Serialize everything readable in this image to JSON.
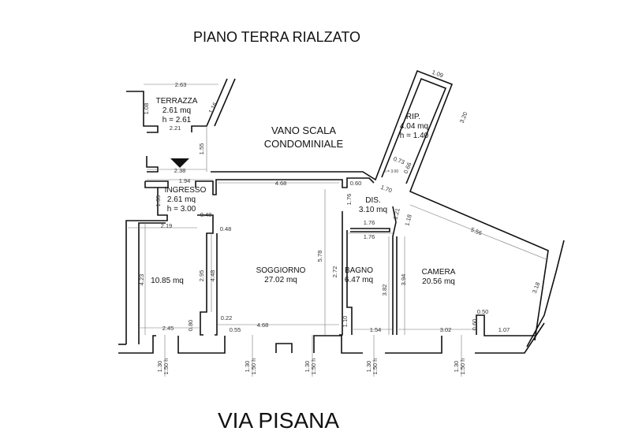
{
  "title": "PIANO TERRA RIALZATO",
  "street": "VIA PISANA",
  "stairwell": {
    "line1": "VANO SCALA",
    "line2": "CONDOMINIALE"
  },
  "rooms": {
    "terrazza": {
      "name": "TERRAZZA",
      "area": "2.61 mq",
      "height": "h = 2.61"
    },
    "ingresso": {
      "name": "INGRESSO",
      "area": "2.61 mq",
      "height": "h = 3.00"
    },
    "rip": {
      "name": "RIP.",
      "area": "4.04 mq",
      "height": "h = 1.40"
    },
    "dis": {
      "name": "DIS.",
      "area": "3.10 mq"
    },
    "room1": {
      "area": "10.85 mq"
    },
    "soggiorno": {
      "name": "SOGGIORNO",
      "area": "27.02 mq"
    },
    "bagno": {
      "name": "BAGNO",
      "area": "6.47 mq"
    },
    "camera": {
      "name": "CAMERA",
      "area": "20.56 mq"
    }
  },
  "small_note": "h = 3.00",
  "dims": [
    "2.63",
    "1.08",
    "1.16",
    "2.21",
    "1.55",
    "2.38",
    "1.94",
    "1.35",
    "4.68",
    "0.60",
    "1.70",
    "1.09",
    "3.20",
    "0.73",
    "0.66",
    "1.76",
    "1.21",
    "1.18",
    "1.76",
    "1.76",
    "5.56",
    "0.48",
    "0.48",
    "2.19",
    "4.23",
    "2.95",
    "4.48",
    "0.22",
    "0.80",
    "2.45",
    "0.55",
    "4.68",
    "5.78",
    "2.72",
    "1.10",
    "1.54",
    "3.82",
    "3.94",
    "3.02",
    "0.50",
    "0.60",
    "1.07",
    "3.18"
  ],
  "window_dims": [
    "1.30",
    "1.50 h"
  ]
}
